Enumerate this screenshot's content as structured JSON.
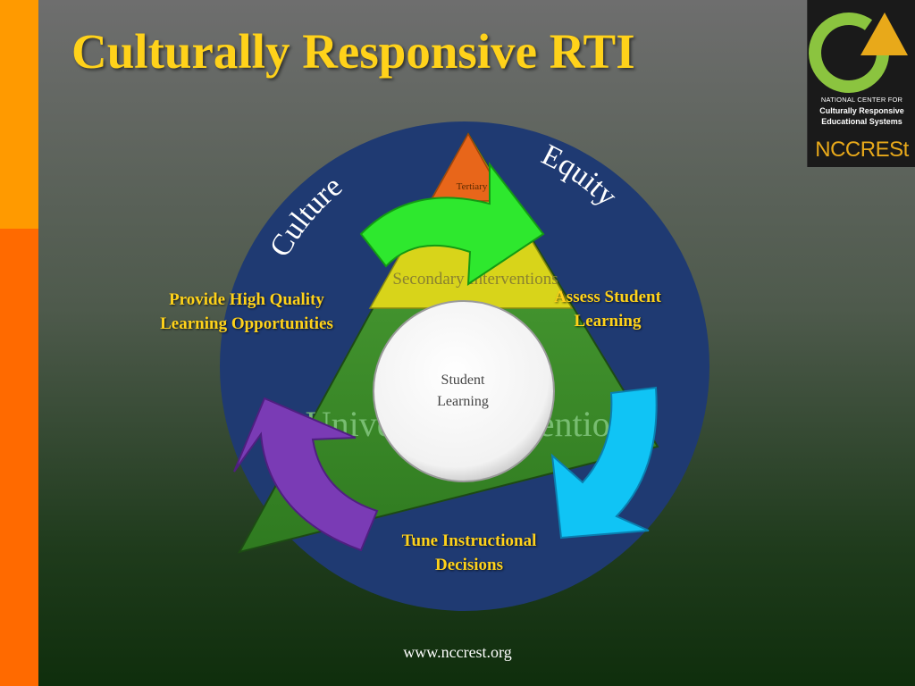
{
  "title": "Culturally Responsive RTI",
  "logo": {
    "line1": "NATIONAL CENTER FOR",
    "line2": "Culturally Responsive",
    "line3": "Educational Systems",
    "name": "NCCRESt",
    "colors": {
      "ring": "#8bc43f",
      "triangle": "#e8a91a",
      "text": "#e8a91a"
    }
  },
  "diagram": {
    "arc_words": {
      "left": "Culture",
      "right": "Equity"
    },
    "pyramid": {
      "tiers": [
        "Tertiary",
        "Secondary Interventions",
        "Universal Interventions"
      ],
      "colors": {
        "top": "#e8661a",
        "middle": "#d8d41a",
        "bottom": "#3c8a2a"
      }
    },
    "center": {
      "line1": "Student",
      "line2": "Learning"
    },
    "labels": {
      "top_left": {
        "line1": "Provide High Quality",
        "line2": "Learning Opportunities"
      },
      "right": {
        "line1": "Assess Student",
        "line2": "Learning"
      },
      "bottom": {
        "line1": "Tune Instructional",
        "line2": "Decisions"
      }
    },
    "arrow_colors": {
      "top": "#2ee82e",
      "right": "#10c4f5",
      "left": "#7a3bb5"
    },
    "circle_color": "#1f3a72"
  },
  "footer": {
    "url": "www.nccrest.org"
  },
  "colors": {
    "title": "#ffd21a",
    "label": "#ffd21a",
    "side_top": "#ff9a00",
    "side_bottom": "#ff6a00"
  }
}
